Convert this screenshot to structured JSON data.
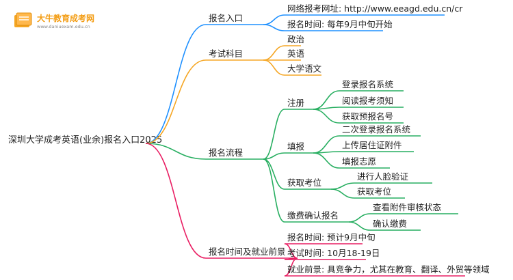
{
  "logo": {
    "title": "大牛教育成考网",
    "url": "www.daniuexam.edu.cn"
  },
  "root": "深圳大学成考英语(业余)报名入口2025",
  "colors": {
    "blue": "#1e90ff",
    "orange": "#f5a623",
    "green": "#27ae60",
    "pink": "#e91e63"
  },
  "branches": [
    {
      "label": "报名入口",
      "color": "blue",
      "children": [
        {
          "label": "网络报考网址: http://www.eeagd.edu.cn/cr"
        },
        {
          "label": "报名时间: 每年9月中旬开始"
        }
      ]
    },
    {
      "label": "考试科目",
      "color": "orange",
      "children": [
        {
          "label": "政治"
        },
        {
          "label": "英语"
        },
        {
          "label": "大学语文"
        }
      ]
    },
    {
      "label": "报名流程",
      "color": "green",
      "children": [
        {
          "label": "注册",
          "children": [
            {
              "label": "登录报名系统"
            },
            {
              "label": "阅读报考须知"
            },
            {
              "label": "获取预报名号"
            }
          ]
        },
        {
          "label": "填报",
          "children": [
            {
              "label": "二次登录报名系统"
            },
            {
              "label": "上传居住证附件"
            },
            {
              "label": "填报志愿"
            }
          ]
        },
        {
          "label": "获取考位",
          "children": [
            {
              "label": "进行人脸验证"
            },
            {
              "label": "获取考位"
            }
          ]
        },
        {
          "label": "缴费确认报名",
          "children": [
            {
              "label": "查看附件审核状态"
            },
            {
              "label": "确认缴费"
            }
          ]
        }
      ]
    },
    {
      "label": "报名时间及就业前景",
      "color": "pink",
      "children": [
        {
          "label": "报名时间: 预计9月中旬"
        },
        {
          "label": "考试时间: 10月18-19日"
        },
        {
          "label": "就业前景: 具竞争力，尤其在教育、翻译、外贸等领域"
        }
      ]
    }
  ]
}
